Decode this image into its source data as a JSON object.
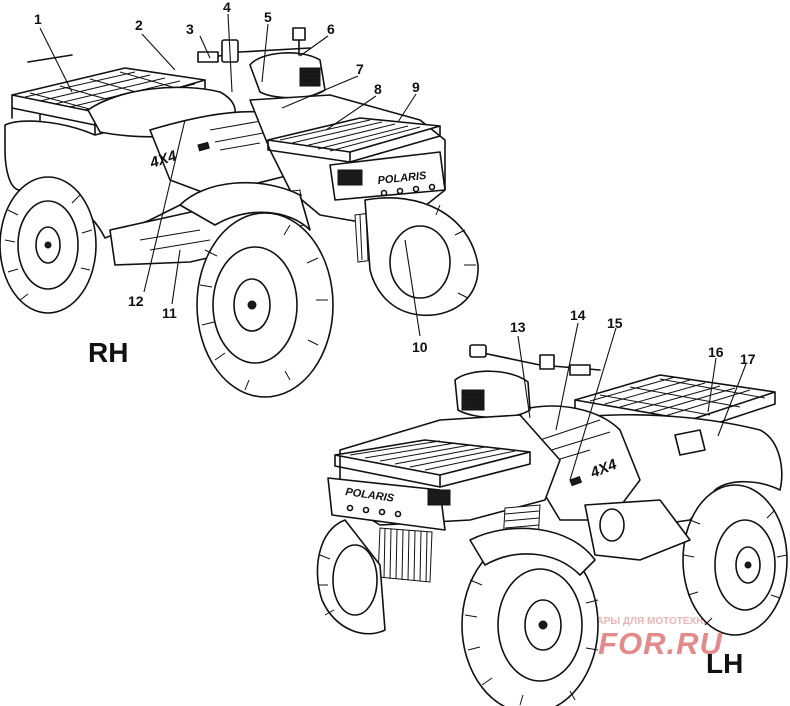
{
  "views": [
    {
      "id": "rh",
      "label": "RH"
    },
    {
      "id": "lh",
      "label": "LH"
    }
  ],
  "decals": {
    "model_4x4": "4X4",
    "brand": "POLARIS"
  },
  "callouts": [
    {
      "id": 1,
      "label": "1"
    },
    {
      "id": 2,
      "label": "2"
    },
    {
      "id": 3,
      "label": "3"
    },
    {
      "id": 4,
      "label": "4"
    },
    {
      "id": 5,
      "label": "5"
    },
    {
      "id": 6,
      "label": "6"
    },
    {
      "id": 7,
      "label": "7"
    },
    {
      "id": 8,
      "label": "8"
    },
    {
      "id": 9,
      "label": "9"
    },
    {
      "id": 10,
      "label": "10"
    },
    {
      "id": 11,
      "label": "11"
    },
    {
      "id": 12,
      "label": "12"
    },
    {
      "id": 13,
      "label": "13"
    },
    {
      "id": 14,
      "label": "14"
    },
    {
      "id": 15,
      "label": "15"
    },
    {
      "id": 16,
      "label": "16"
    },
    {
      "id": 17,
      "label": "17"
    }
  ],
  "watermark": {
    "tagline": "ЗАПЧАСТИ И АКСЕССУАРЫ ДЛЯ МОТОТЕХНИКИ",
    "site": "MOTOSFOR.RU",
    "color": "#e38a8a"
  }
}
